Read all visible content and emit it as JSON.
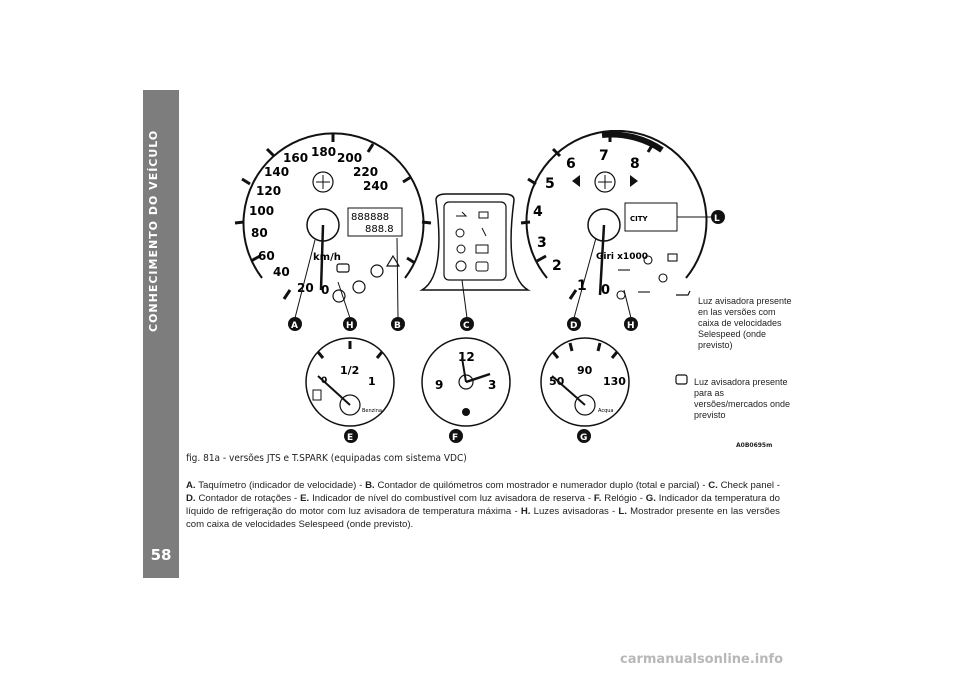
{
  "sidebar": {
    "title": "CONHECIMENTO DO VEÍCULO",
    "page_number": "58"
  },
  "speedometer": {
    "labels": [
      "20",
      "40",
      "60",
      "80",
      "100",
      "120",
      "140",
      "160",
      "180",
      "200",
      "220",
      "240"
    ],
    "unit": "km/h",
    "zero": "0",
    "odometer_total": "888888",
    "odometer_trip": "888.8"
  },
  "tachometer": {
    "labels": [
      "1",
      "2",
      "3",
      "4",
      "5",
      "6",
      "7",
      "8"
    ],
    "unit": "Giri x1000",
    "zero": "0",
    "city": "CITY"
  },
  "fuel_gauge": {
    "half": "1/2",
    "full": "1",
    "empty": "0",
    "name": "Benzina"
  },
  "clock": {
    "twelve": "12",
    "three": "3",
    "nine": "9"
  },
  "temp_gauge": {
    "low": "50",
    "mid": "90",
    "high": "130",
    "name": "Acqua"
  },
  "callouts": [
    "A",
    "H",
    "B",
    "C",
    "D",
    "H",
    "E",
    "F",
    "G",
    "L"
  ],
  "notes": [
    {
      "text": "Luz avisadora presente en las versões com caixa de velocidades Selespeed (onde previsto)"
    },
    {
      "text": "Luz avisadora presente para as versões/mercados onde previsto"
    }
  ],
  "figure_code": "A0B0695m",
  "caption": "fig. 81a - versões JTS e T.SPARK (equipadas com sistema VDC)",
  "body": {
    "a_key": "A.",
    "a_text": " Taquímetro (indicador de velocidade) - ",
    "b_key": "B.",
    "b_text": " Contador de quilómetros com mostrador e numerador duplo (total e parcial) - ",
    "c_key": "C.",
    "c_text": " Check panel - ",
    "d_key": "D.",
    "d_text": " Contador de rotações - ",
    "e_key": "E.",
    "e_text": " Indicador de nível do combustível com luz avisadora de reserva - ",
    "f_key": "F.",
    "f_text": " Relógio - ",
    "g_key": "G.",
    "g_text": " Indicador da temperatura do líquido de refrigeração do motor com luz avisadora de temperatura máxima - ",
    "h_key": "H.",
    "h_text": " Luzes avisadoras - ",
    "l_key": "L.",
    "l_text": " Mostrador presente en las versões com caixa de velocidades Selespeed (onde previsto)."
  },
  "watermark": "carmanualsonline.info"
}
